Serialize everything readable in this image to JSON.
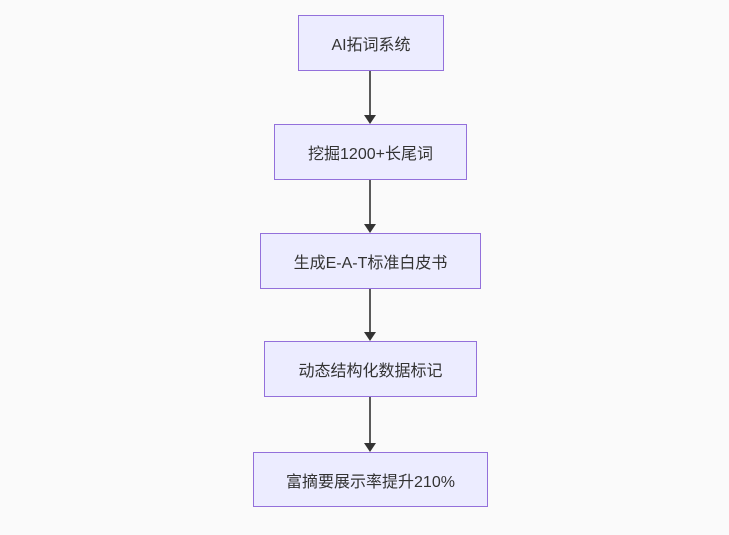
{
  "diagram": {
    "type": "flowchart-vertical",
    "background_color": "#fafafa",
    "node_fill_color": "#ECECFF",
    "node_border_color": "#9370DB",
    "text_color": "#333333",
    "arrow_color": "#5a5a5a",
    "nodes": [
      {
        "label": "AI拓词系统"
      },
      {
        "label": "挖掘1200+长尾词"
      },
      {
        "label": "生成E-A-T标准白皮书"
      },
      {
        "label": "动态结构化数据标记"
      },
      {
        "label": "富摘要展示率提升210%"
      }
    ]
  }
}
